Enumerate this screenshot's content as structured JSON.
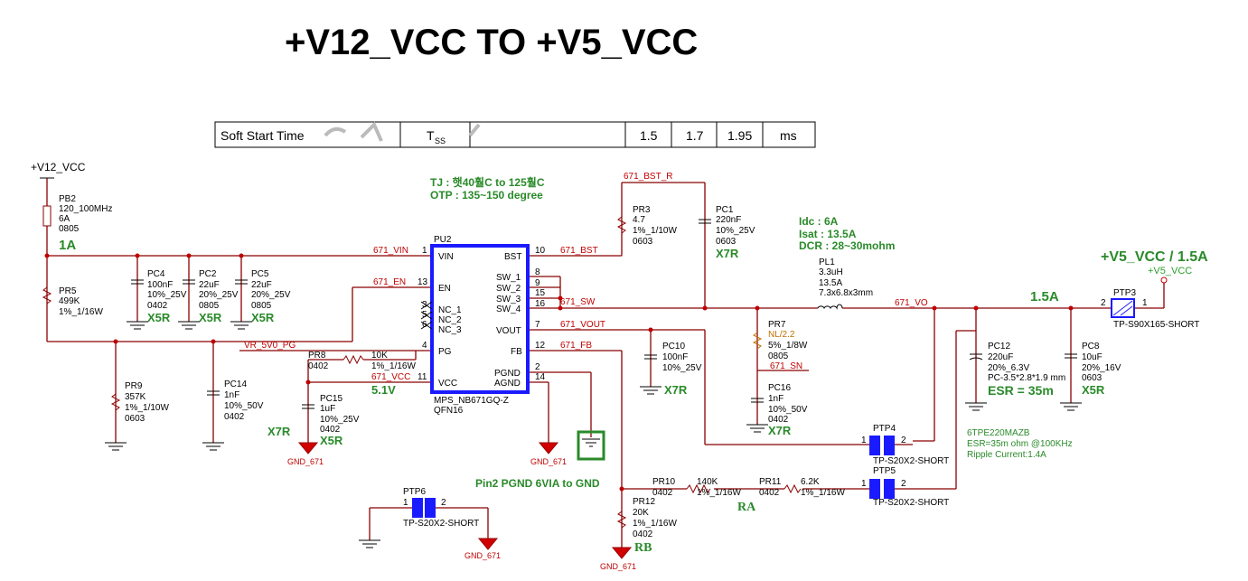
{
  "title": "+V12_VCC TO +V5_VCC",
  "table": {
    "cells": [
      "Soft Start Time",
      "T",
      "SS",
      "1.5",
      "1.7",
      "1.95",
      "ms"
    ]
  },
  "rails": {
    "in": "+V12_VCC",
    "out_title": "+V5_VCC / 1.5A",
    "out": "+V5_VCC"
  },
  "notes": {
    "tj": "TJ : 햇40훨C to 125훨C",
    "otp": "OTP : 135~150 degree",
    "idc": "Idc : 6A",
    "isat": "Isat : 13.5A",
    "dcr": "DCR : 28~30mohm",
    "pgnd": "Pin2 PGND 6VIA to GND",
    "esr": "ESR = 35m",
    "cap_pn": "6TPE220MAZB",
    "cap_esr": "ESR=35m ohm @100KHz",
    "cap_ripple": "Ripple Current:1.4A",
    "cur_in": "1A",
    "cur_out": "1.5A",
    "v51": "5.1V",
    "ra": "RA",
    "rb": "RB"
  },
  "nets": {
    "vin": "671_VIN",
    "en": "671_EN",
    "bst": "671_BST",
    "bst_r": "671_BST_R",
    "sw": "671_SW",
    "vo": "671_VO",
    "vout": "671_VOUT",
    "fb": "671_FB",
    "sn": "671_SN",
    "vcc": "671_VCC",
    "pg": "VR_5V0_PG",
    "gnd": "GND_671"
  },
  "ic": {
    "ref": "PU2",
    "part": "MPS_NB671GQ-Z",
    "pkg": "QFN16",
    "left_pins": [
      {
        "num": "1",
        "name": "VIN"
      },
      {
        "num": "13",
        "name": "EN"
      },
      {
        "num": "3",
        "name": "NC_1"
      },
      {
        "num": "5",
        "name": "NC_2"
      },
      {
        "num": "6",
        "name": "NC_3"
      },
      {
        "num": "4",
        "name": "PG"
      },
      {
        "num": "11",
        "name": "VCC"
      }
    ],
    "right_pins": [
      {
        "num": "10",
        "name": "BST"
      },
      {
        "num": "8",
        "name": "SW_1"
      },
      {
        "num": "9",
        "name": "SW_2"
      },
      {
        "num": "15",
        "name": "SW_3"
      },
      {
        "num": "16",
        "name": "SW_4"
      },
      {
        "num": "7",
        "name": "VOUT"
      },
      {
        "num": "12",
        "name": "FB"
      },
      {
        "num": "2",
        "name": "PGND"
      },
      {
        "num": "14",
        "name": "AGND"
      }
    ]
  },
  "components": {
    "pb2": [
      "PB2",
      "120_100MHz",
      "6A",
      "0805"
    ],
    "pr5": [
      "PR5",
      "499K",
      "1%_1/16W"
    ],
    "pc4": [
      "PC4",
      "100nF",
      "10%_25V",
      "0402",
      "X5R"
    ],
    "pc2": [
      "PC2",
      "22uF",
      "20%_25V",
      "0805",
      "X5R"
    ],
    "pc5": [
      "PC5",
      "22uF",
      "20%_25V",
      "0805",
      "X5R"
    ],
    "pr9": [
      "PR9",
      "357K",
      "1%_1/10W",
      "0603"
    ],
    "pc14": [
      "PC14",
      "1nF",
      "10%_50V",
      "0402"
    ],
    "pr8": [
      "PR8",
      "0402",
      "10K",
      "1%_1/16W"
    ],
    "pc15": [
      "PC15",
      "1uF",
      "10%_25V",
      "0402",
      "X5R"
    ],
    "x7r_left": "X7R",
    "pr3": [
      "PR3",
      "4.7",
      "1%_1/10W",
      "0603"
    ],
    "pc1": [
      "PC1",
      "220nF",
      "10%_25V",
      "0603",
      "X7R"
    ],
    "pl1": [
      "PL1",
      "3.3uH",
      "13.5A",
      "7.3x6.8x3mm"
    ],
    "pr7": [
      "PR7",
      "NL/2.2",
      "5%_1/8W",
      "0805"
    ],
    "pc16": [
      "PC16",
      "1nF",
      "10%_50V",
      "0402",
      "X7R"
    ],
    "pc10": [
      "PC10",
      "100nF",
      "10%_25V",
      "X7R"
    ],
    "pc12": [
      "PC12",
      "220uF",
      "20%_6.3V",
      "PC-3.5*2.8*1.9 mm"
    ],
    "pc8": [
      "PC8",
      "10uF",
      "20%_16V",
      "0603",
      "X5R"
    ],
    "ptp3": [
      "PTP3",
      "TP-S90X165-SHORT"
    ],
    "ptp4": [
      "PTP4",
      "TP-S20X2-SHORT"
    ],
    "ptp5": [
      "PTP5",
      "TP-S20X2-SHORT"
    ],
    "ptp6": [
      "PTP6",
      "TP-S20X2-SHORT"
    ],
    "pr10": [
      "PR10",
      "0402",
      "140K",
      "1%_1/16W"
    ],
    "pr11": [
      "PR11",
      "0402",
      "6.2K",
      "1%_1/16W"
    ],
    "pr12": [
      "PR12",
      "20K",
      "1%_1/16W",
      "0402"
    ]
  },
  "pin_numbers": {
    "one": "1",
    "two": "2"
  },
  "colors": {
    "wire": "#8b0000",
    "net": "#c00000",
    "note": "#2a8a2a",
    "ic": "#1a1aff"
  }
}
